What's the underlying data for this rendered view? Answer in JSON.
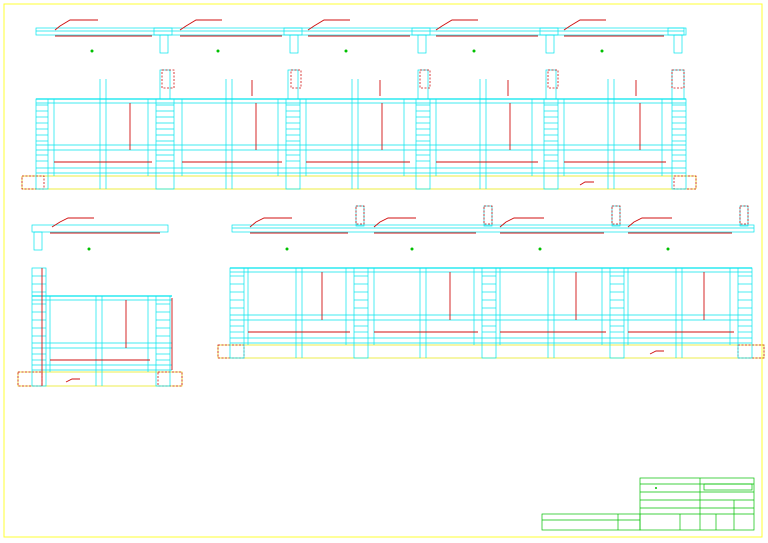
{
  "drawing": {
    "background": "#ffffff",
    "colors": {
      "frame": "#ffff33",
      "structure": "#00e5ee",
      "reinforcement": "#d01010",
      "title_block": "#00c000",
      "foundation": "#e6e600"
    }
  },
  "layout_groups": [
    {
      "id": "upper-elevation",
      "bays": 5
    },
    {
      "id": "lower-left-elevation",
      "bays": 1
    },
    {
      "id": "lower-right-elevation",
      "bays": 4
    }
  ],
  "title_block": {
    "label": ""
  }
}
